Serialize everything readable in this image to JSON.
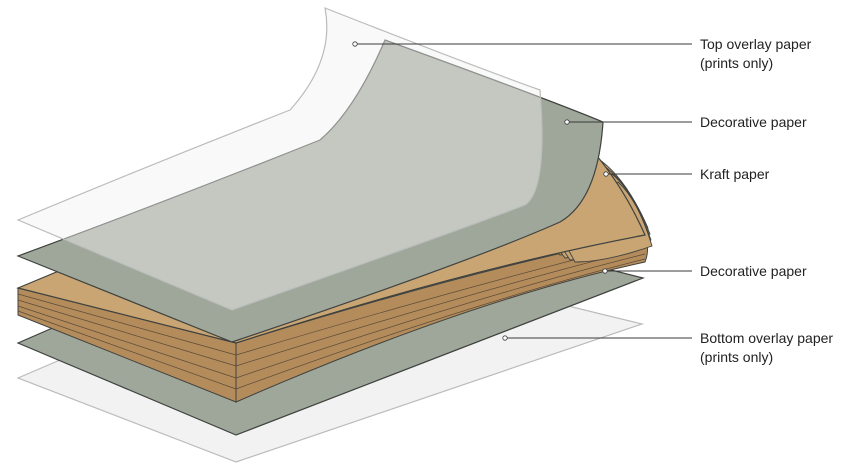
{
  "labels": {
    "top_overlay": {
      "line1": "Top overlay paper",
      "line2": "(prints only)"
    },
    "decorative_top": "Decorative paper",
    "kraft": "Kraft paper",
    "decorative_bottom": "Decorative paper",
    "bottom_overlay": {
      "line1": "Bottom overlay paper",
      "line2": "(prints only)"
    }
  },
  "colors": {
    "overlay_fill": "#f1f2f1",
    "overlay_stroke": "#b9bcb9",
    "decorative_fill": "#9ea79a",
    "decorative_top_fill": "#aeb6aa",
    "kraft_fill": "#c9a574",
    "kraft_edge": "#b48c5c",
    "outline": "#3f423f"
  }
}
